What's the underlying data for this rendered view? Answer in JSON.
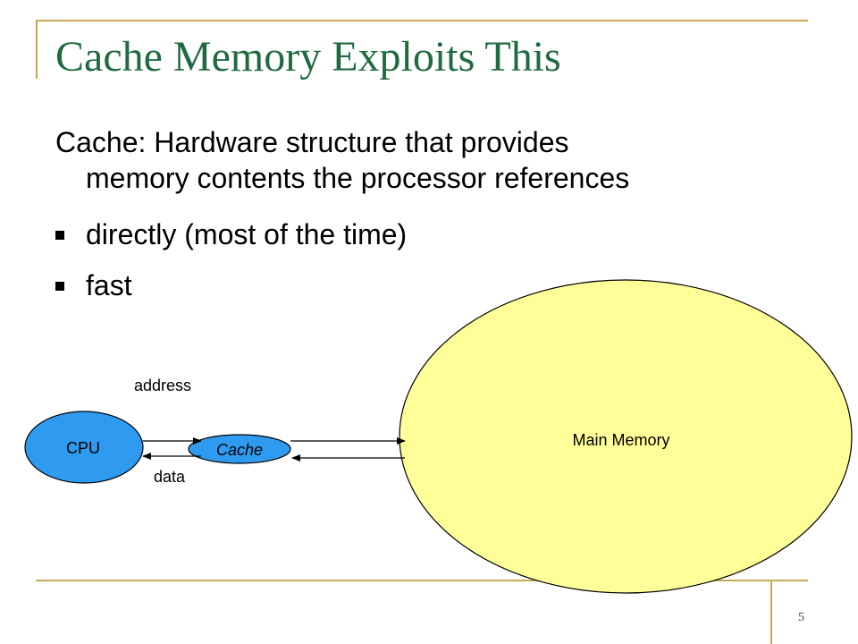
{
  "slide": {
    "title": "Cache Memory Exploits This",
    "intro_line1": "Cache: Hardware structure that provides",
    "intro_line2": "memory contents the processor references",
    "bullets": [
      "directly (most of the time)",
      "fast"
    ],
    "page_number": "5"
  },
  "diagram": {
    "nodes": {
      "cpu": "CPU",
      "cache": "Cache",
      "memory": "Main Memory"
    },
    "edge_labels": {
      "address": "address",
      "data": "data"
    },
    "colors": {
      "cpu_fill": "#2e9bf0",
      "cache_fill": "#2e9bf0",
      "memory_fill": "#ffff99",
      "title": "#1f6b3f",
      "rule": "#c8a951"
    }
  }
}
